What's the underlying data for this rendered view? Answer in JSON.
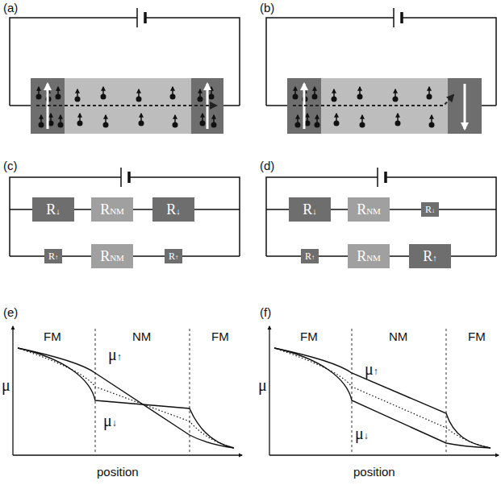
{
  "diagram": {
    "nodes": [
      {
        "text": [
          "R↓"
        ]
      },
      {
        "text": [
          "RNM"
        ]
      },
      {
        "text": [
          "R↓"
        ]
      },
      {
        "text": [
          "R↑"
        ]
      },
      {
        "text": [
          "RNM"
        ]
      },
      {
        "text": [
          "R↑"
        ]
      },
      {
        "text": [
          "R↓"
        ]
      },
      {
        "text": [
          "RNM"
        ]
      },
      {
        "text": [
          "R↓"
        ]
      },
      {
        "text": [
          "R↑"
        ]
      },
      {
        "text": [
          "RNM"
        ]
      },
      {
        "text": [
          "R↑"
        ]
      }
    ],
    "edges": [
      {
        "from": 0,
        "to": 1,
        "arrow": "none"
      },
      {
        "from": 1,
        "to": 2,
        "arrow": "none"
      },
      {
        "from": 3,
        "to": 4,
        "arrow": "none"
      },
      {
        "from": 4,
        "to": 5,
        "arrow": "none"
      },
      {
        "from": 6,
        "to": 7,
        "arrow": "none"
      },
      {
        "from": 7,
        "to": 8,
        "arrow": "none"
      },
      {
        "from": 9,
        "to": 10,
        "arrow": "none"
      },
      {
        "from": 10,
        "to": 11,
        "arrow": "none"
      }
    ],
    "labels": [
      "(a)",
      "(b)",
      "(c)",
      "(d)",
      "(e)",
      "(f)",
      "FM",
      "NM",
      "FM",
      "μ↑",
      "μ↓",
      "μ",
      "position",
      "FM",
      "NM",
      "FM",
      "μ↑",
      "μ↓",
      "μ",
      "position"
    ]
  }
}
